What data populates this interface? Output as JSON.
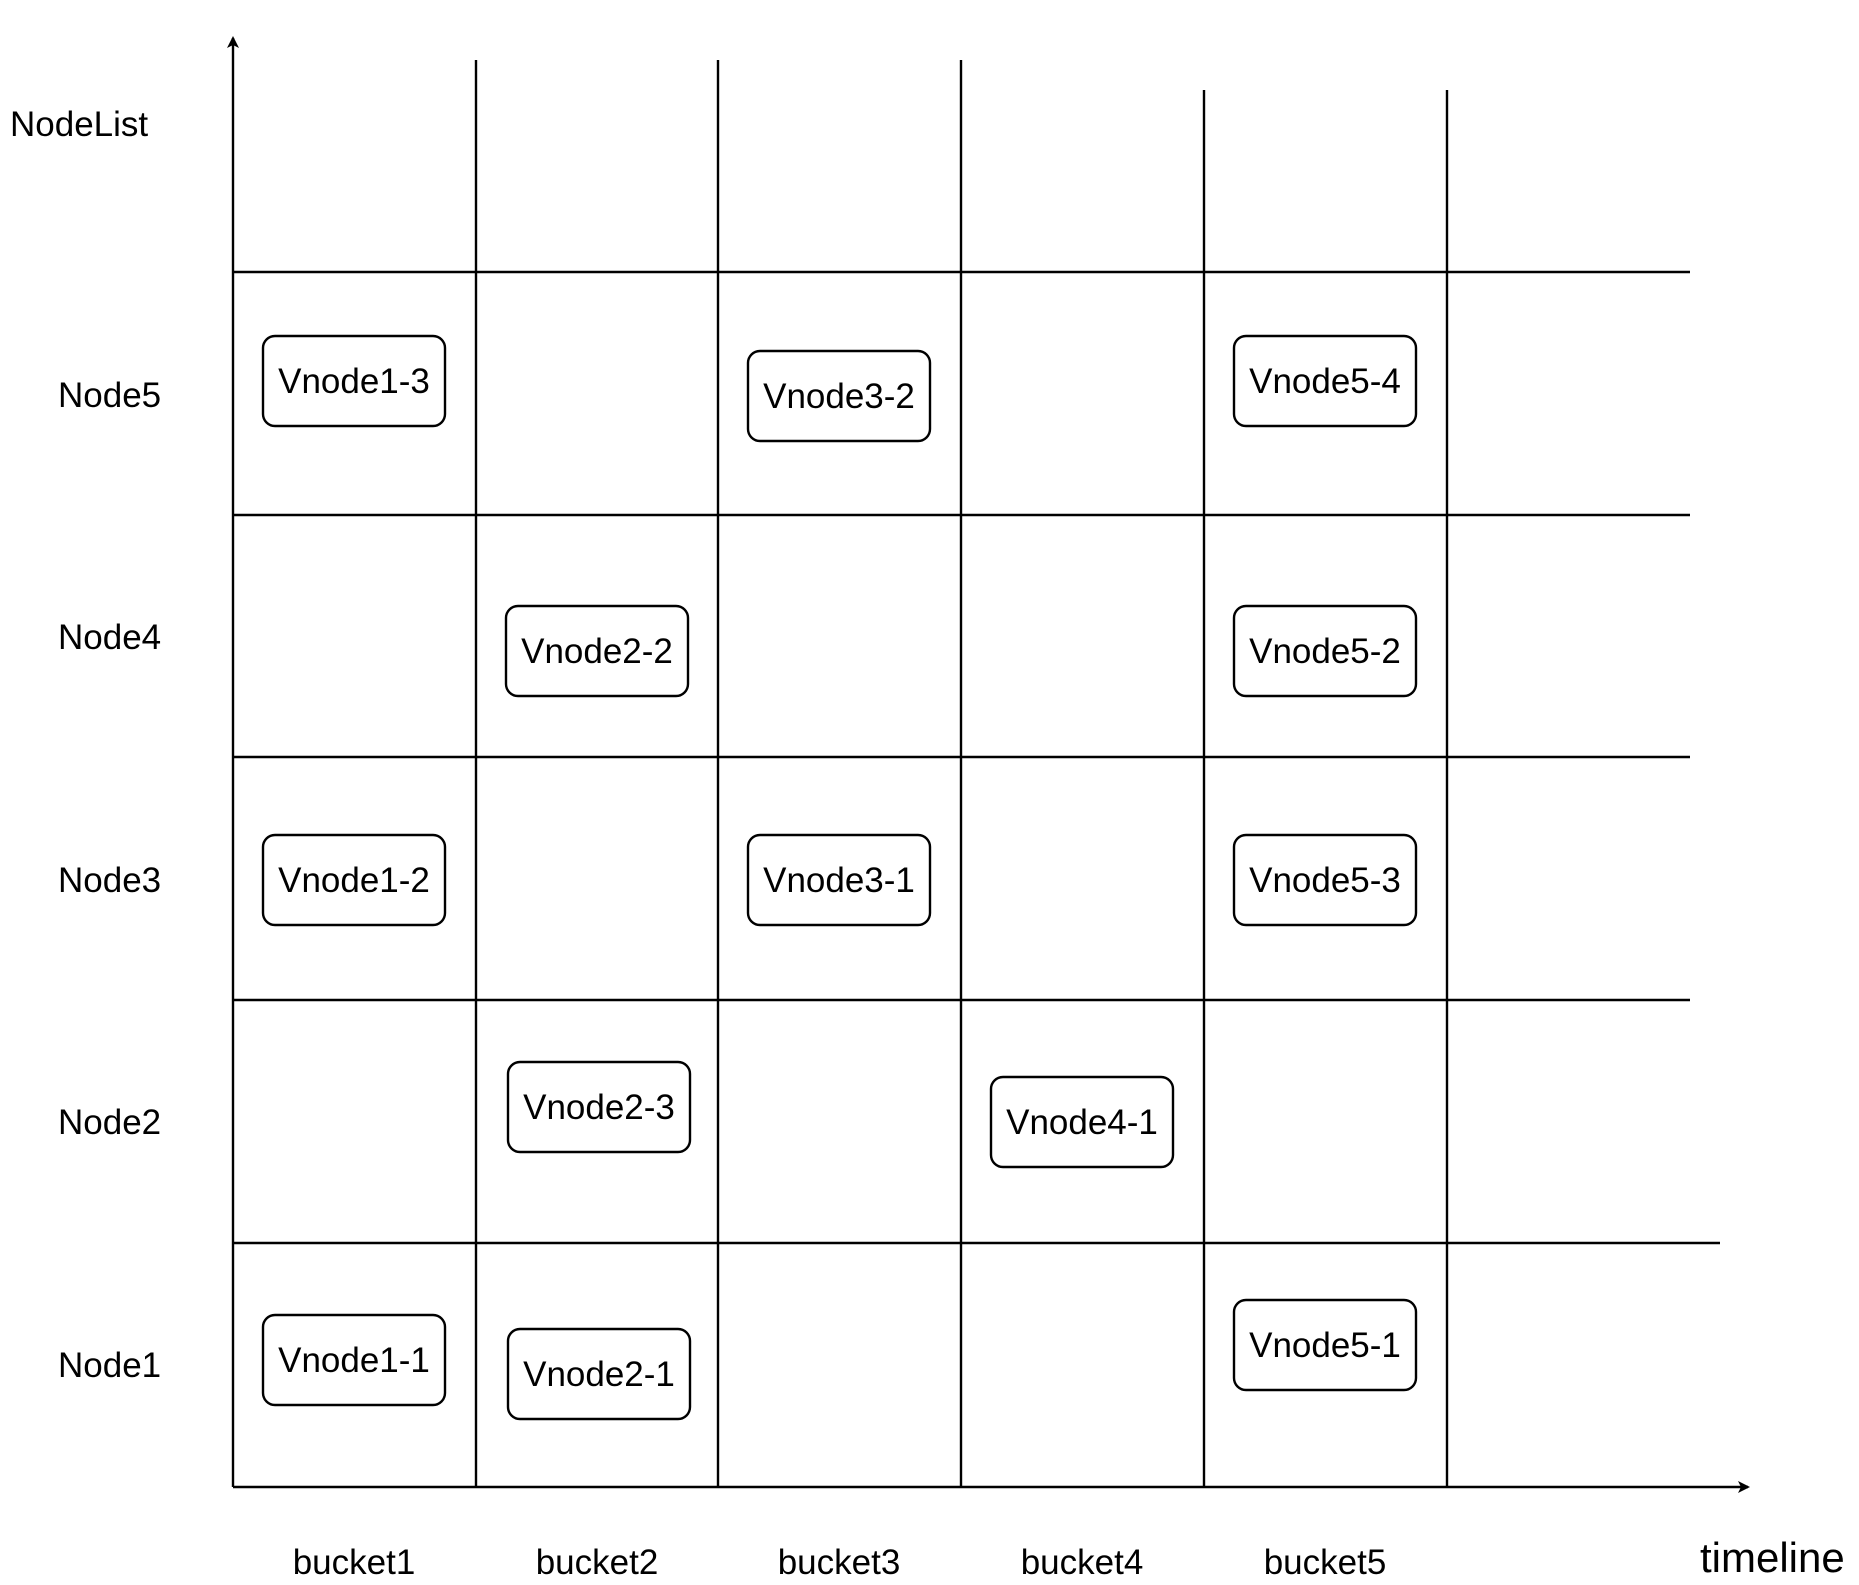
{
  "axes": {
    "y_title": "NodeList",
    "x_title": "timeline"
  },
  "rows": [
    "Node5",
    "Node4",
    "Node3",
    "Node2",
    "Node1"
  ],
  "buckets": [
    "bucket1",
    "bucket2",
    "bucket3",
    "bucket4",
    "bucket5"
  ],
  "vnodes": [
    {
      "label": "Vnode1-3",
      "node": "Node5",
      "bucket": "bucket1"
    },
    {
      "label": "Vnode3-2",
      "node": "Node5",
      "bucket": "bucket3"
    },
    {
      "label": "Vnode5-4",
      "node": "Node5",
      "bucket": "bucket5"
    },
    {
      "label": "Vnode2-2",
      "node": "Node4",
      "bucket": "bucket2"
    },
    {
      "label": "Vnode5-2",
      "node": "Node4",
      "bucket": "bucket5"
    },
    {
      "label": "Vnode1-2",
      "node": "Node3",
      "bucket": "bucket1"
    },
    {
      "label": "Vnode3-1",
      "node": "Node3",
      "bucket": "bucket3"
    },
    {
      "label": "Vnode5-3",
      "node": "Node3",
      "bucket": "bucket5"
    },
    {
      "label": "Vnode2-3",
      "node": "Node2",
      "bucket": "bucket2"
    },
    {
      "label": "Vnode4-1",
      "node": "Node2",
      "bucket": "bucket4"
    },
    {
      "label": "Vnode1-1",
      "node": "Node1",
      "bucket": "bucket1"
    },
    {
      "label": "Vnode2-1",
      "node": "Node1",
      "bucket": "bucket2"
    },
    {
      "label": "Vnode5-1",
      "node": "Node1",
      "bucket": "bucket5"
    }
  ]
}
